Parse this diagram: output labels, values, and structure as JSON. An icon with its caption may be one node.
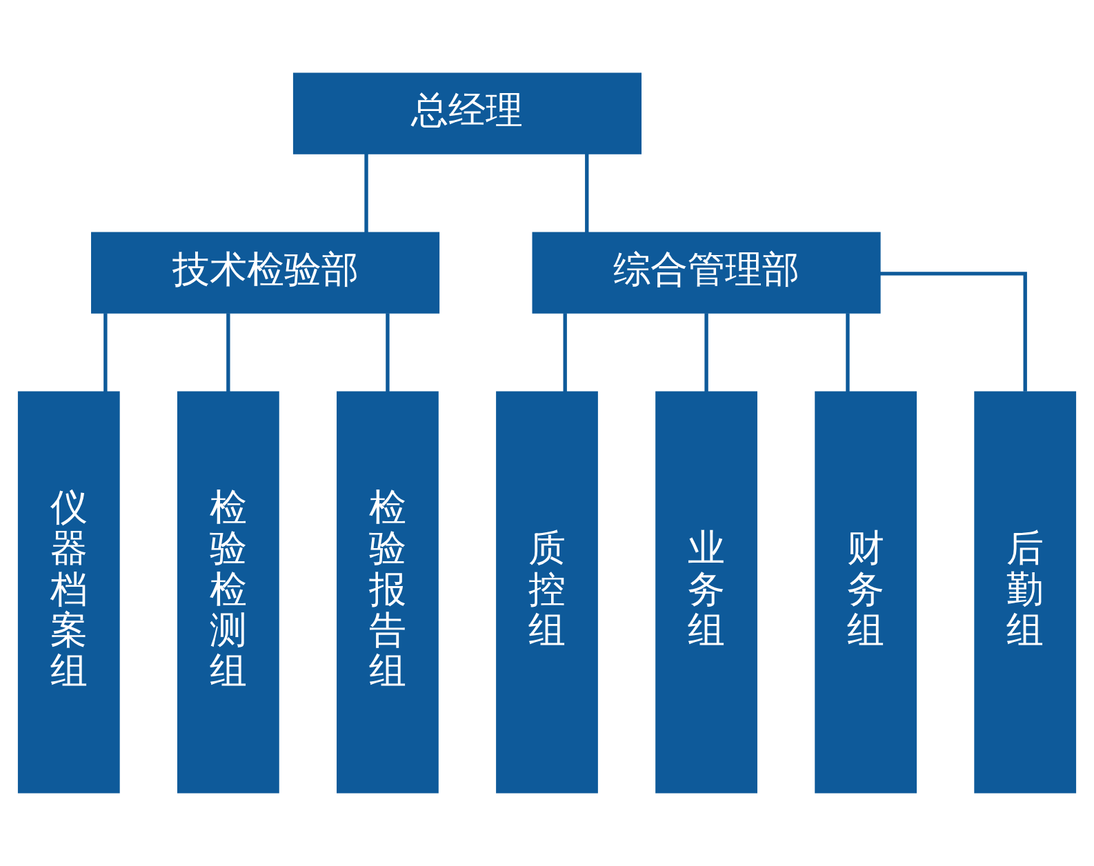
{
  "diagram": {
    "nodes": [
      {
        "text": [
          "总经理"
        ]
      },
      {
        "text": [
          "技术检验部"
        ]
      },
      {
        "text": [
          "综合管理部"
        ]
      },
      {
        "text": [
          "仪器档案组"
        ]
      },
      {
        "text": [
          "检验检测组"
        ]
      },
      {
        "text": [
          "检验报告组"
        ]
      },
      {
        "text": [
          "质控组"
        ]
      },
      {
        "text": [
          "业务组"
        ]
      },
      {
        "text": [
          "财务组"
        ]
      },
      {
        "text": [
          "后勤组"
        ]
      }
    ],
    "edges": [
      {
        "from": 0,
        "to": 1,
        "arrow": "none"
      },
      {
        "from": 0,
        "to": 2,
        "arrow": "none"
      },
      {
        "from": 1,
        "to": 3,
        "arrow": "none"
      },
      {
        "from": 1,
        "to": 4,
        "arrow": "none"
      },
      {
        "from": 1,
        "to": 5,
        "arrow": "none"
      },
      {
        "from": 2,
        "to": 6,
        "arrow": "none"
      },
      {
        "from": 2,
        "to": 7,
        "arrow": "none"
      },
      {
        "from": 2,
        "to": 8,
        "arrow": "none"
      },
      {
        "from": 2,
        "to": 9,
        "arrow": "none"
      }
    ]
  }
}
